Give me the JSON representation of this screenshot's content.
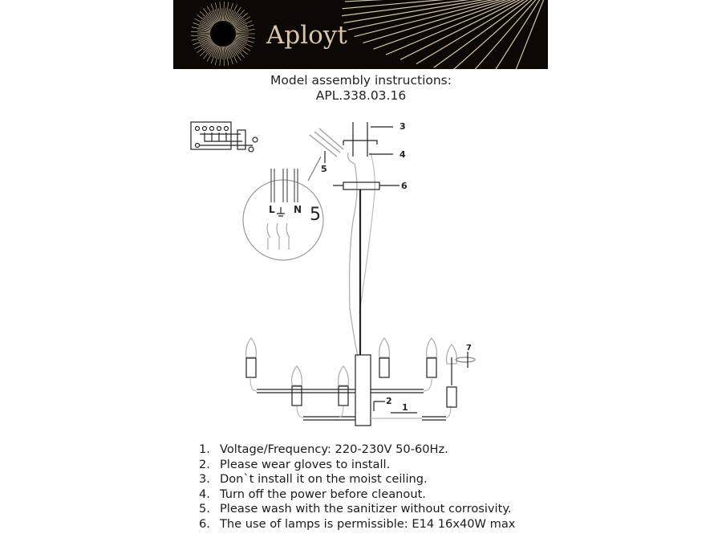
{
  "brand": {
    "name": "Aployt",
    "gold": "#d8c6a8",
    "background": "#0b0806"
  },
  "title": {
    "line1": "Model assembly instructions:",
    "line2": "APL.338.03.16"
  },
  "diagram_labels": {
    "part3": "3",
    "part4": "4",
    "part5": "5",
    "part6": "6",
    "live": "L",
    "neutral": "N",
    "inset5": "5",
    "part7": "7",
    "part2": "2",
    "part1": "1"
  },
  "instructions": [
    {
      "num": "1.",
      "text": "Voltage/Frequency: 220-230V 50-60Hz."
    },
    {
      "num": "2.",
      "text": "Please wear gloves to install."
    },
    {
      "num": "3.",
      "text": "Don`t install it on the moist ceiling."
    },
    {
      "num": "4.",
      "text": "Turn off the power before cleanout."
    },
    {
      "num": "5.",
      "text": "Please wash with the sanitizer without corrosivity."
    },
    {
      "num": "6.",
      "text": "The use of lamps is permissible: E14 16x40W max"
    }
  ]
}
